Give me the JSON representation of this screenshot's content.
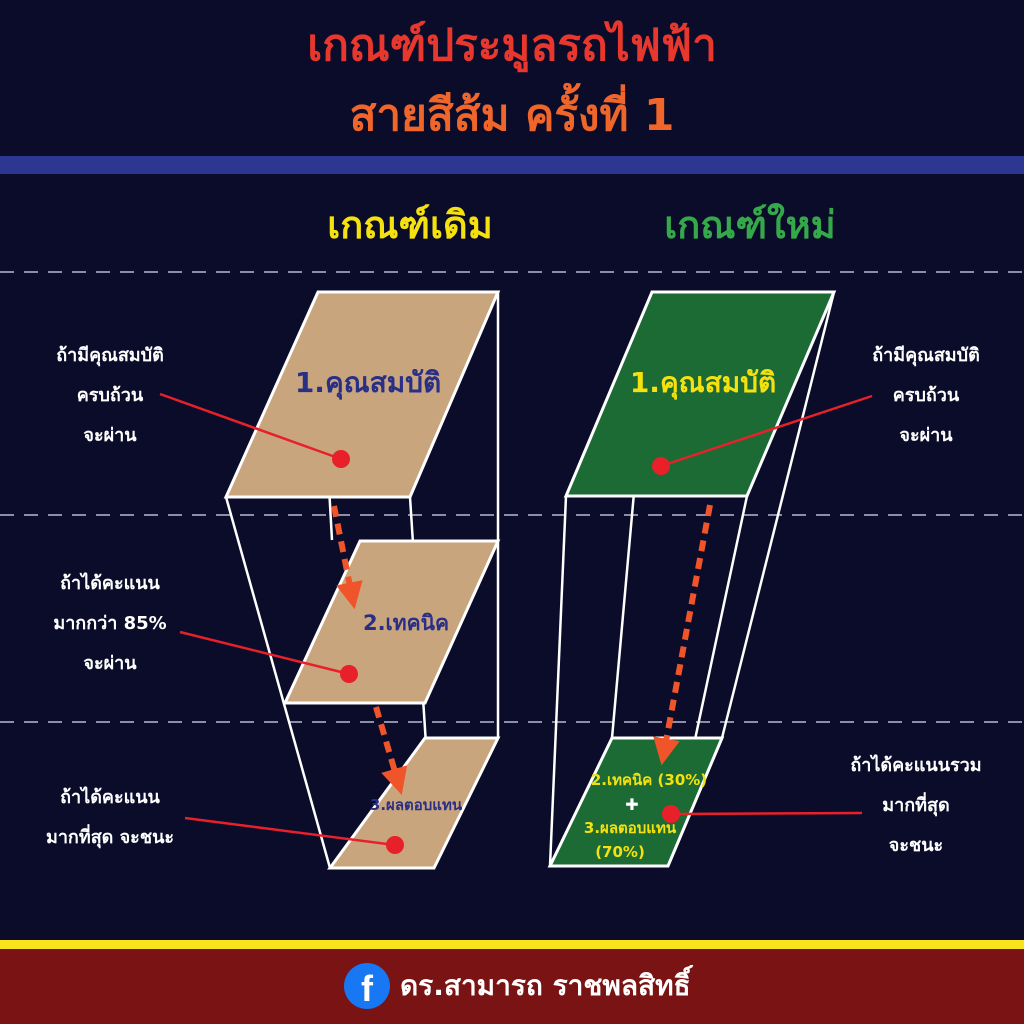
{
  "title": {
    "line1": "เกณฑ์ประมูลรถไฟฟ้า",
    "line2": "สายสีส้ม ครั้งที่ 1"
  },
  "columns": {
    "old": "เกณฑ์เดิม",
    "new": "เกณฑ์ใหม่"
  },
  "old_stack": {
    "layer1": "1.คุณสมบัติ",
    "layer2": "2.เทคนิค",
    "layer3": "3.ผลตอบแทน"
  },
  "new_stack": {
    "layer1": "1.คุณสมบัติ",
    "layer2_a": "2.เทคนิค (30%)",
    "plus": "✚",
    "layer2_b": "3.ผลตอบแทน",
    "layer2_c": "(70%)"
  },
  "notes": {
    "old_1": [
      "ถ้ามีคุณสมบัติ",
      "ครบถ้วน",
      "จะผ่าน"
    ],
    "old_2": [
      "ถ้าได้คะแนน",
      "มากกว่า 85%",
      "จะผ่าน"
    ],
    "old_3": [
      "ถ้าได้คะแนน",
      "มากที่สุด จะชนะ"
    ],
    "new_1": [
      "ถ้ามีคุณสมบัติ",
      "ครบถ้วน",
      "จะผ่าน"
    ],
    "new_3": [
      "ถ้าได้คะแนนรวม",
      "มากที่สุด",
      "จะชนะ"
    ]
  },
  "footer": {
    "name": "ดร.สามารถ ราชพลสิทธิ์",
    "icon": "facebook-icon"
  },
  "colors": {
    "background": "#0a0c2a",
    "old_fill": "#c9a57e",
    "new_fill": "#1c6b34",
    "arrow": "#f0542a",
    "pointer": "#e8202a"
  }
}
